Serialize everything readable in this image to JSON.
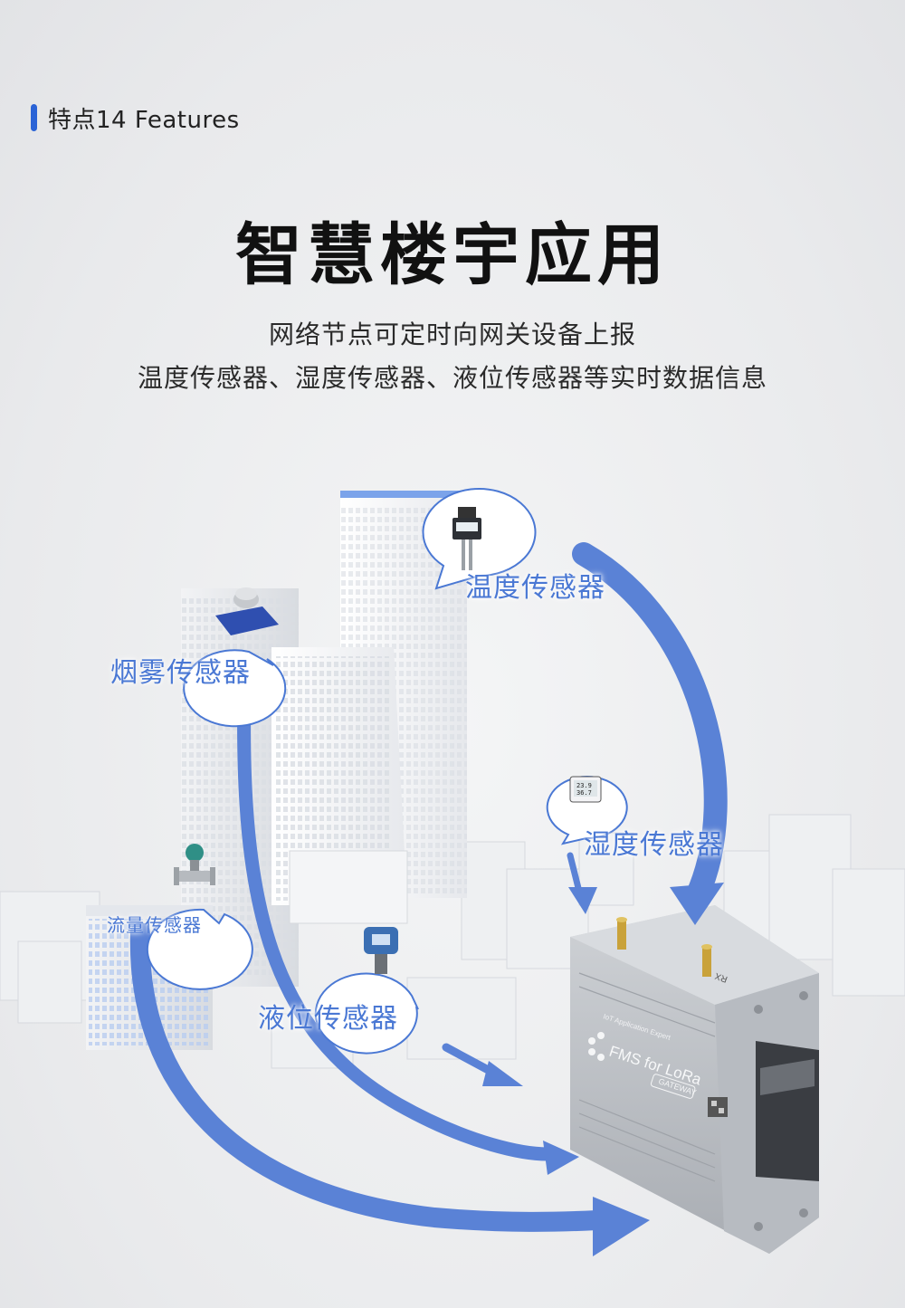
{
  "feature_tag": {
    "text": "特点14 Features"
  },
  "title": "智慧楼宇应用",
  "subtitle": {
    "line1": "网络节点可定时向网关设备上报",
    "line2": "温度传感器、湿度传感器、液位传感器等实时数据信息"
  },
  "sensors": {
    "temperature": "温度传感器",
    "smoke": "烟雾传感器",
    "humidity": "湿度传感器",
    "flow": "流量传感器",
    "liquid_level": "液位传感器"
  },
  "humidity_display": {
    "line1": "23.9",
    "line2": "36.7"
  },
  "gateway": {
    "model": "FMS for LoRa",
    "badge": "GATEWAY",
    "tagline": "IoT Application Expert",
    "antenna_label": "RX"
  },
  "colors": {
    "accent": "#2a63d6",
    "arrow": "#5a82d6",
    "label": "#4a78d4"
  }
}
